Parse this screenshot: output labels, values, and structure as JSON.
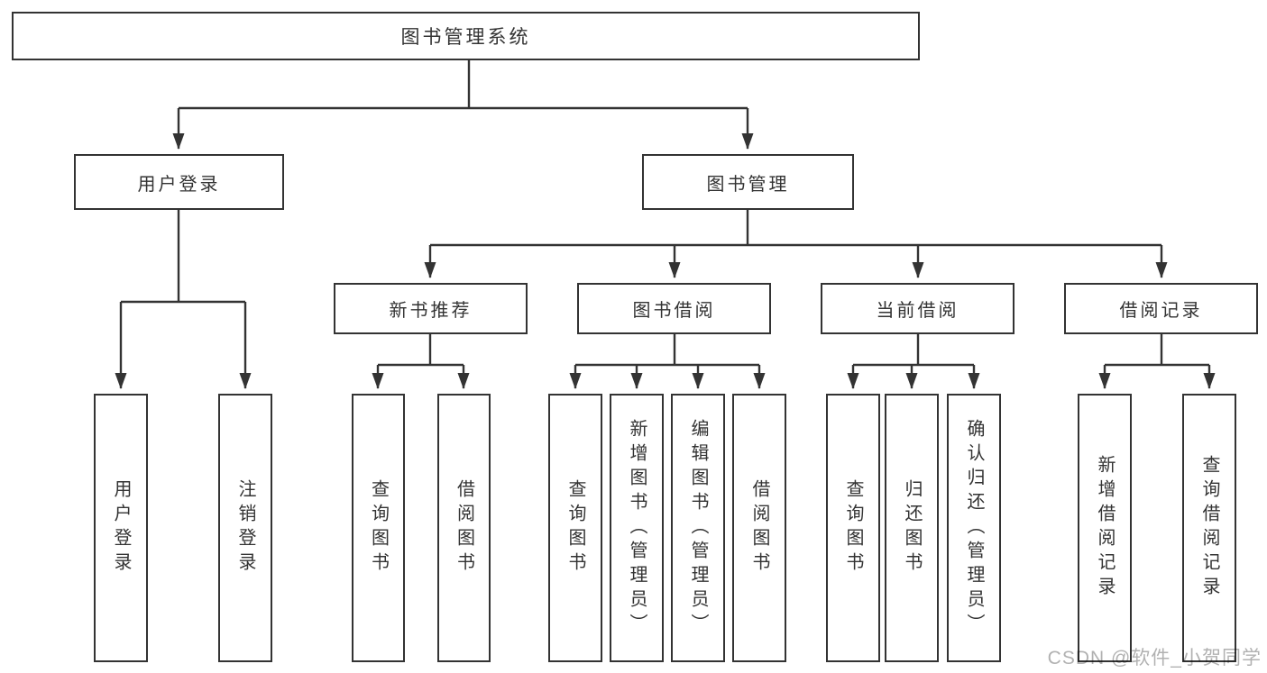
{
  "diagram": {
    "colors": {
      "line": "#333333",
      "box_border": "#333333",
      "text": "#333333",
      "background": "#ffffff",
      "watermark": "#a8a8a8"
    },
    "root": {
      "label": "图书管理系统"
    },
    "level2": [
      {
        "label": "用户登录"
      },
      {
        "label": "图书管理"
      }
    ],
    "level3": [
      {
        "label": "新书推荐"
      },
      {
        "label": "图书借阅"
      },
      {
        "label": "当前借阅"
      },
      {
        "label": "借阅记录"
      }
    ],
    "leaves": {
      "user": [
        {
          "label": "用户登录"
        },
        {
          "label": "注销登录"
        }
      ],
      "recommend": [
        {
          "label": "查询图书"
        },
        {
          "label": "借阅图书"
        }
      ],
      "borrow": [
        {
          "label": "查询图书"
        },
        {
          "label": "新增图书（管理员）"
        },
        {
          "label": "编辑图书（管理员）"
        },
        {
          "label": "借阅图书"
        }
      ],
      "current": [
        {
          "label": "查询图书"
        },
        {
          "label": "归还图书"
        },
        {
          "label": "确认归还（管理员）"
        }
      ],
      "records": [
        {
          "label": "新增借阅记录"
        },
        {
          "label": "查询借阅记录"
        }
      ]
    }
  },
  "watermark": {
    "text": "CSDN @软件_小贺同学"
  }
}
